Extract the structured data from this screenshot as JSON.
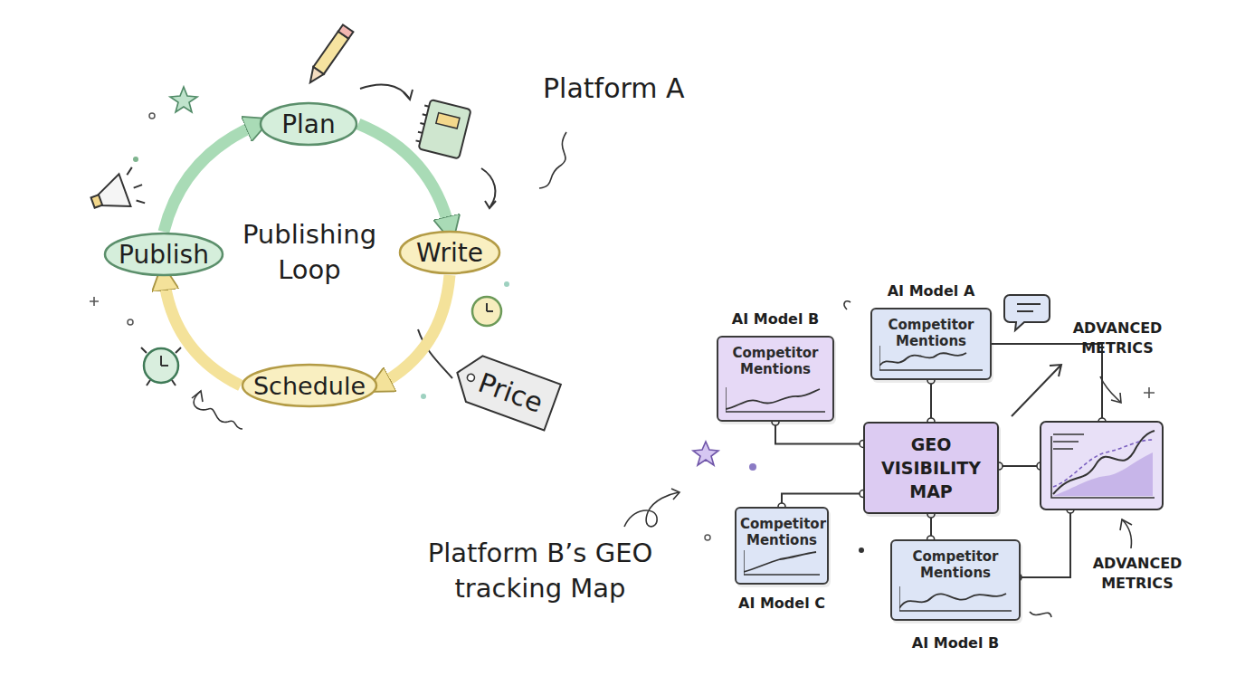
{
  "diagram": {
    "nodes": [
      {
        "text": [
          "Plan"
        ]
      },
      {
        "text": [
          "Write"
        ]
      },
      {
        "text": [
          "Publish"
        ]
      },
      {
        "text": [
          "Schedule"
        ]
      },
      {
        "text": [
          "Price"
        ]
      },
      {
        "text": [
          "AI Model A",
          "Competitor Mentions"
        ]
      },
      {
        "text": [
          "AI Model B",
          "Competitor Mentions"
        ]
      },
      {
        "text": [
          "GEO VISIBILITY MAP"
        ]
      },
      {
        "text": [
          "Competitor Mentions",
          "AI Model C"
        ]
      },
      {
        "text": [
          "Competitor Mentions",
          "AI Model B"
        ]
      }
    ],
    "edges": [
      {
        "from": 0,
        "to": 1,
        "arrow": "to"
      },
      {
        "from": 1,
        "to": 3,
        "arrow": "to"
      },
      {
        "from": 3,
        "to": 2,
        "arrow": "to"
      },
      {
        "from": 2,
        "to": 0,
        "arrow": "to"
      },
      {
        "from": 7,
        "to": 5,
        "arrow": "none"
      },
      {
        "from": 7,
        "to": 6,
        "arrow": "none"
      },
      {
        "from": 7,
        "to": 8,
        "arrow": "none"
      },
      {
        "from": 7,
        "to": 9,
        "arrow": "none"
      }
    ],
    "labels": [
      "Platform A",
      "Publishing Loop",
      "Platform B’s GEO tracking Map",
      "ADVANCED METRICS",
      "ADVANCED METRICS"
    ]
  }
}
